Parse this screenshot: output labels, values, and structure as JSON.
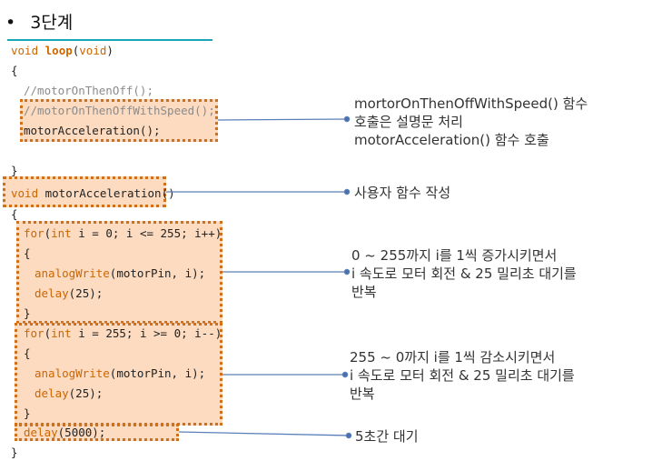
{
  "title": {
    "bullet": "•",
    "text": "3단계"
  },
  "code": {
    "loop_sig_a": "void ",
    "loop_sig_b": "loop",
    "loop_sig_c": "(",
    "loop_sig_d": "void",
    "loop_sig_e": ")",
    "brace_open": "{",
    "brace_close": "}",
    "comment1": "//motorOnThenOff();",
    "comment2": "//motorOnThenOffWithSpeed();",
    "call_accel": "motorAcceleration();",
    "func_void": "void",
    "func_name": " motorAcceleration()",
    "for1_kw": "for",
    "for1_p": "(",
    "for1_int": "int",
    "for1_rest": " i = 0; i <= 255; i++)",
    "for2_kw": "for",
    "for2_p": "(",
    "for2_int": "int",
    "for2_rest": " i = 255; i >= 0; i--)",
    "analog_fn": "analogWrite",
    "analog_args": "(motorPin, i);",
    "delay_fn": "delay",
    "delay25_args": "(25);",
    "delay5000_args": "(5000);"
  },
  "notes": {
    "n1_l1": "mortorOnThenOffWithSpeed() 함수",
    "n1_l2": "호출은 설명문 처리",
    "n1_l3": "motorAcceleration() 함수 호출",
    "n2": "사용자 함수 작성",
    "n3_l1": "0 ~ 255까지 i를 1씩 증가시키면서",
    "n3_l2": "i 속도로 모터 회전 & 25 밀리초 대기를",
    "n3_l3": "반복",
    "n4_l1": "255 ~ 0까지 i를 1씩 감소시키면서",
    "n4_l2": "i 속도로 모터 회전 & 25 밀리초 대기를",
    "n4_l3": "반복",
    "n5": "5초간 대기"
  },
  "colors": {
    "accent_rule": "#1aa6b5",
    "box_border": "#d07018",
    "box_fill": "#fabe8c",
    "connector": "#5a7fb8",
    "keyword": "#cc6600"
  }
}
